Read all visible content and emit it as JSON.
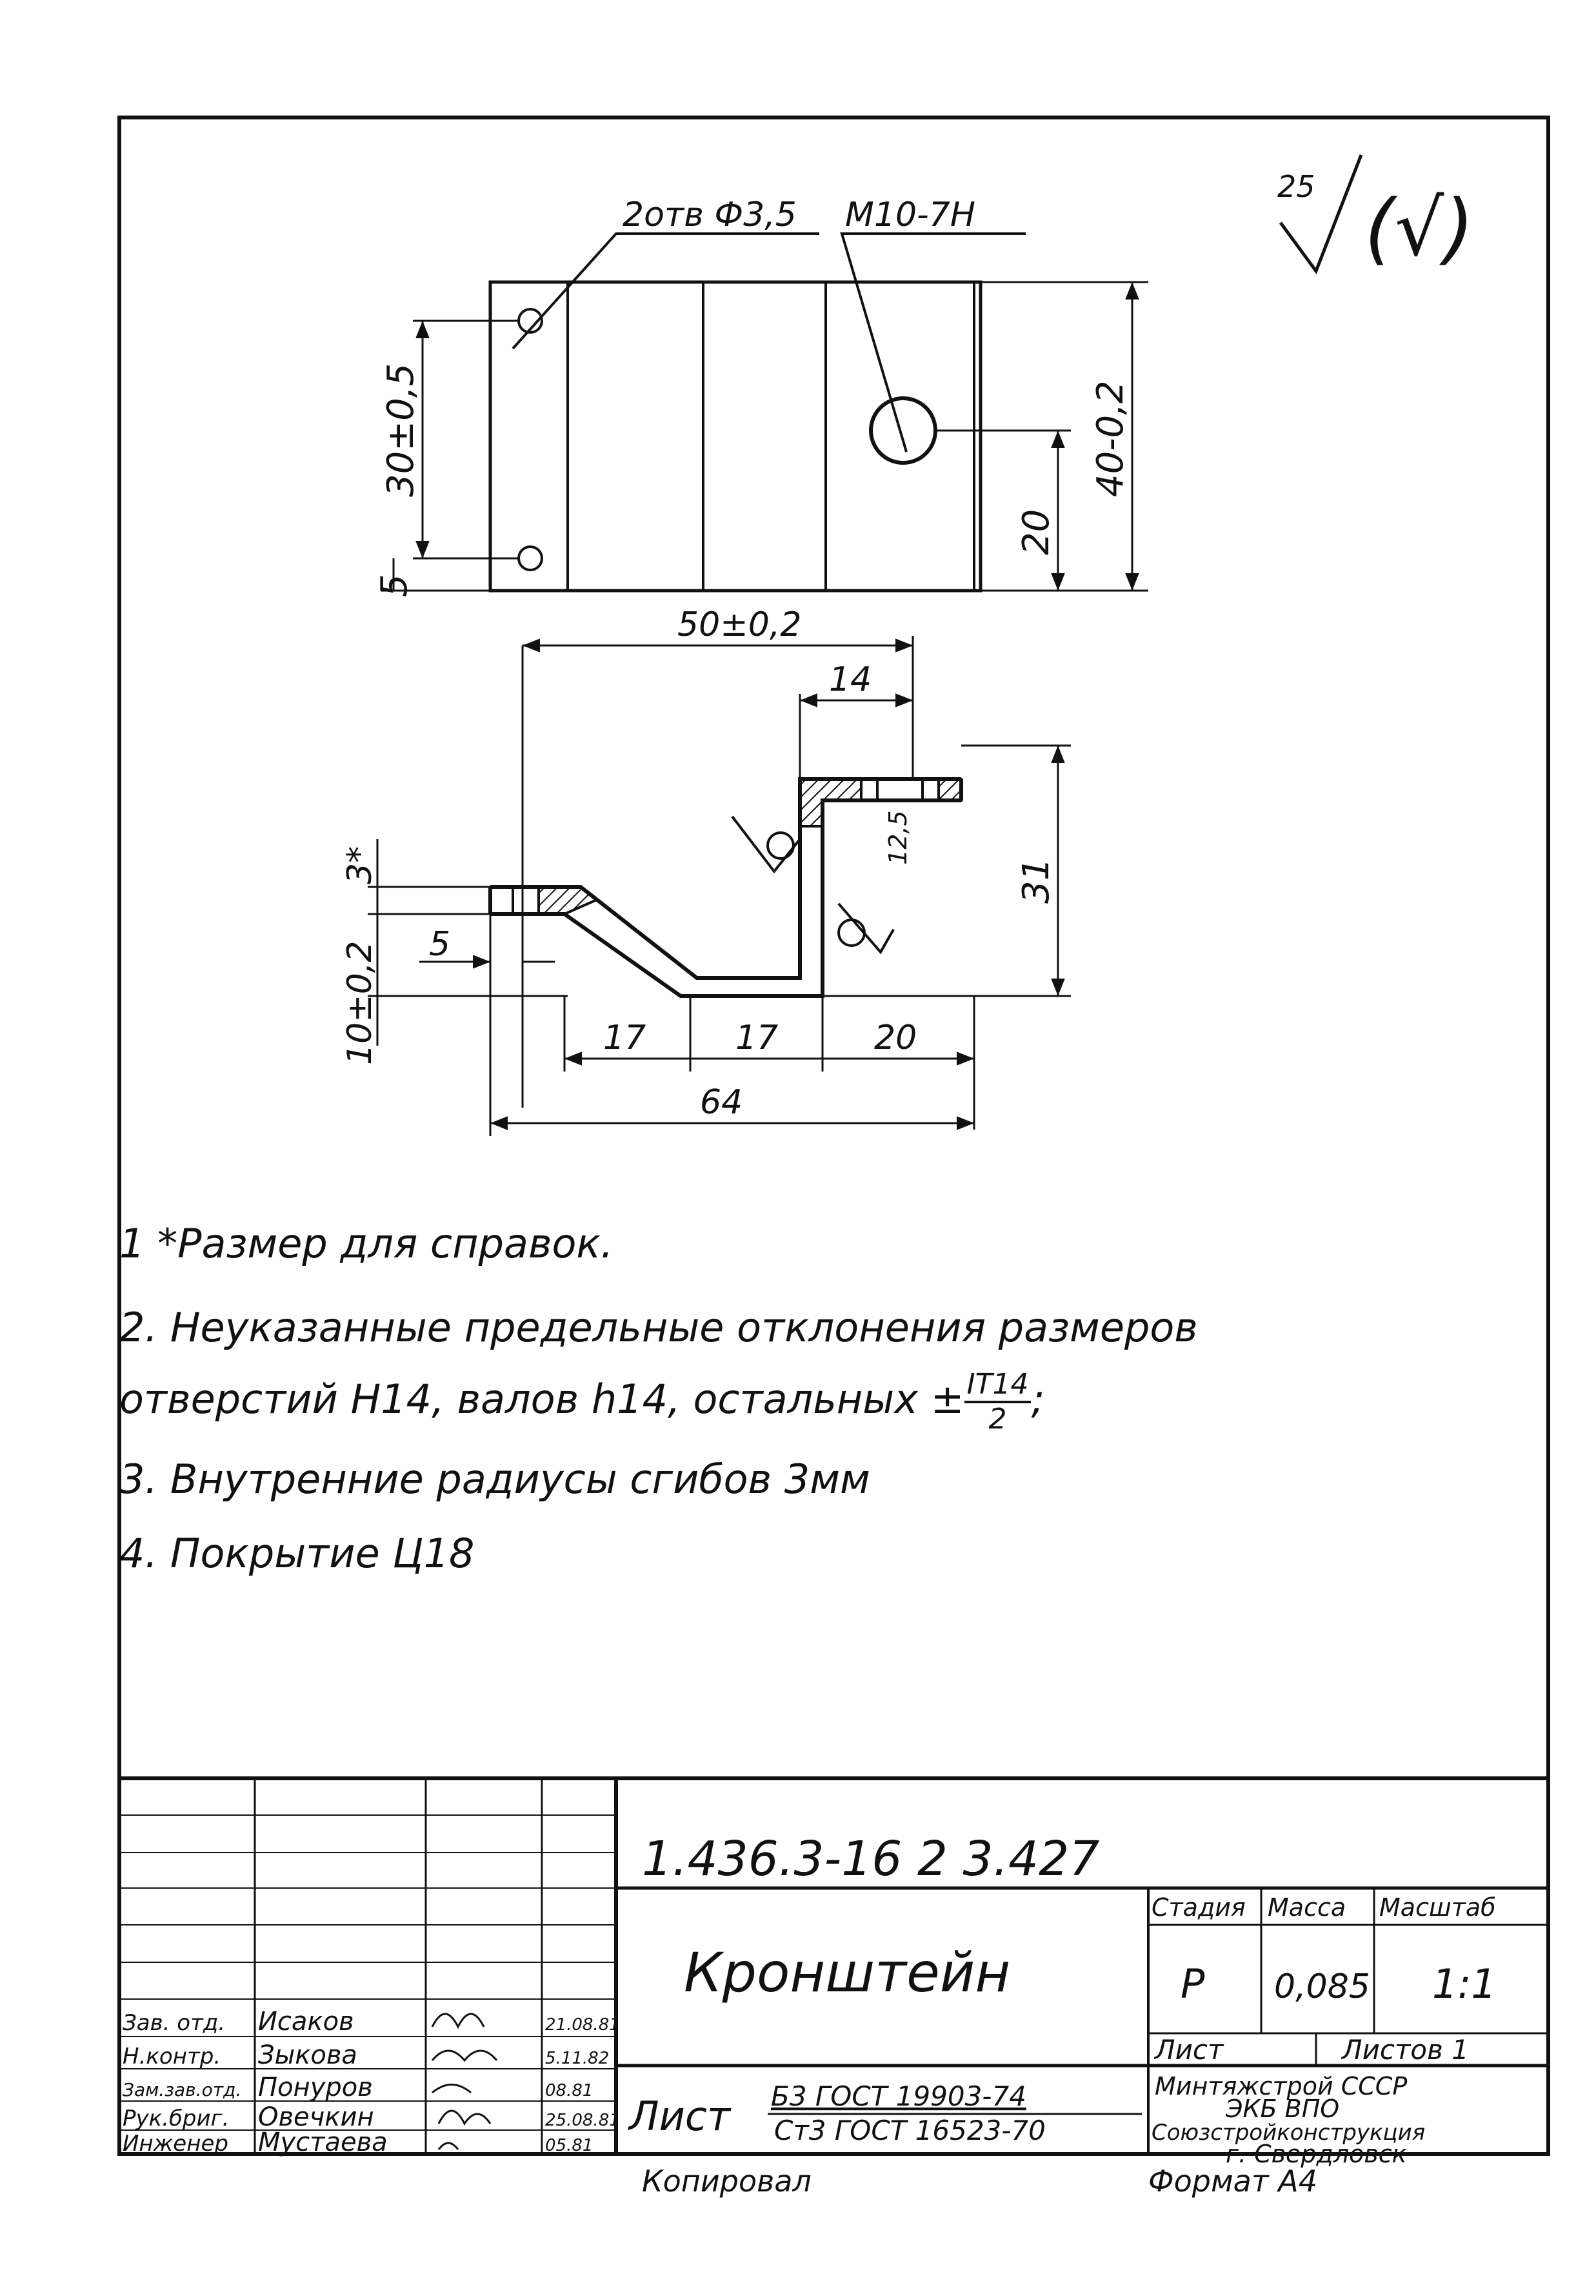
{
  "roughness": {
    "general": "25",
    "other": "(√)"
  },
  "top_view": {
    "holes_callout": "2отв Ф3,5",
    "thread_callout": "М10-7Н",
    "dim_height_holes": "30±0,5",
    "dim_bottom_hole": "5",
    "dim_total_height": "40-0,2",
    "dim_thread_hole": "20"
  },
  "side_view": {
    "dim_50": "50±0,2",
    "dim_14": "14",
    "dim_31": "31",
    "dim_3": "3*",
    "dim_5": "5",
    "dim_10": "10±0,2",
    "dim_17a": "17",
    "dim_17b": "17",
    "dim_20": "20",
    "dim_64": "64",
    "roughness_local": "12,5"
  },
  "notes": {
    "n1": "1 *Размер  для  справок.",
    "n2a": "2. Неуказанные предельные отклонения размеров",
    "n2b": "отверстий Н14, валов h14, остальных ±",
    "n2_frac_top": "IT14",
    "n2_frac_bottom": "2",
    "n2_end": ";",
    "n3": "3. Внутренние  радиусы  сгибов 3мм",
    "n4": "4. Покрытие   Ц18"
  },
  "title_block": {
    "doc_number": "1.436.3-16 2 3.427",
    "part_name": "Кронштейн",
    "stage_label": "Стадия",
    "mass_label": "Масса",
    "scale_label": "Масштаб",
    "stage": "Р",
    "mass": "0,085",
    "scale": "1:1",
    "sheet_label": "Лист",
    "sheets_label": "Листов 1",
    "org_1": "Минтяжстрой СССР",
    "org_2": "ЭКБ ВПО",
    "org_3": "Союзстройконструкция",
    "org_4": "г. Свердловск",
    "material_prefix": "Лист",
    "material_top": "Б3 ГОСТ 19903-74",
    "material_bottom": "Ст3 ГОСТ 16523-70",
    "copied_by": "Копировал",
    "format": "Формат А4",
    "signatures": [
      {
        "role": "Зав. отд.",
        "name": "Исаков",
        "date": "21.08.81"
      },
      {
        "role": "Н.контр.",
        "name": "Зыкова",
        "date": "5.11.82"
      },
      {
        "role": "Зам.зав.отд.",
        "name": "Понуров",
        "date": "08.81"
      },
      {
        "role": "Рук.бриг.",
        "name": "Овечкин",
        "date": "25.08.81"
      },
      {
        "role": "Инженер",
        "name": "Мустаева",
        "date": "05.81"
      }
    ]
  }
}
